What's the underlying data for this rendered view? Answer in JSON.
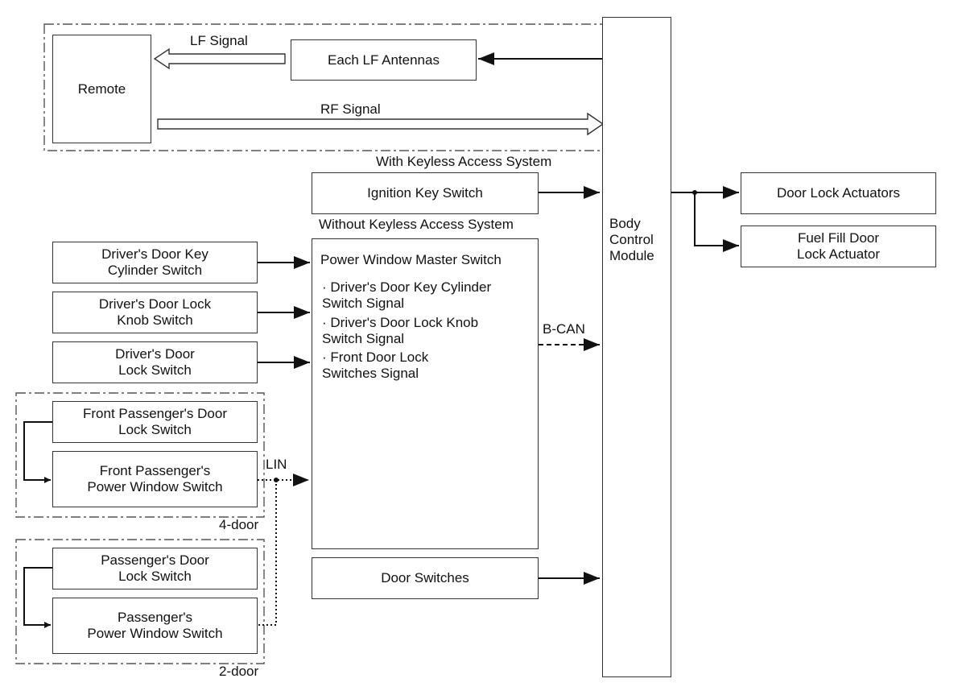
{
  "keyless_group": {
    "caption": "With Keyless Access System",
    "remote": "Remote",
    "antennas": "Each LF Antennas",
    "lf_signal": "LF Signal",
    "rf_signal": "RF Signal"
  },
  "ignition_switch": "Ignition Key Switch",
  "without_keyless_caption": "Without Keyless Access System",
  "bcm": "Body\nControl\nModule",
  "outputs": {
    "door_lock_actuators": "Door Lock Actuators",
    "fuel_fill": "Fuel Fill Door\nLock Actuator"
  },
  "left_switches": {
    "key_cylinder": "Driver's Door Key\nCylinder Switch",
    "lock_knob": "Driver's Door Lock\nKnob Switch",
    "door_lock": "Driver's Door\nLock Switch"
  },
  "four_door_group": {
    "caption": "4-door",
    "front_pass_lock": "Front Passenger's Door\nLock Switch",
    "front_pass_window": "Front Passenger's\nPower Window Switch"
  },
  "two_door_group": {
    "caption": "2-door",
    "pass_lock": "Passenger's Door\nLock Switch",
    "pass_window": "Passenger's\nPower Window Switch"
  },
  "pwms": {
    "title": "Power Window Master Switch",
    "items": [
      "· Driver's Door Key Cylinder\nSwitch Signal",
      "· Driver's Door Lock Knob\nSwitch Signal",
      "· Front Door Lock\nSwitches Signal"
    ]
  },
  "bus_labels": {
    "bcan": "B-CAN",
    "lin": "LIN"
  },
  "door_switches": "Door Switches"
}
